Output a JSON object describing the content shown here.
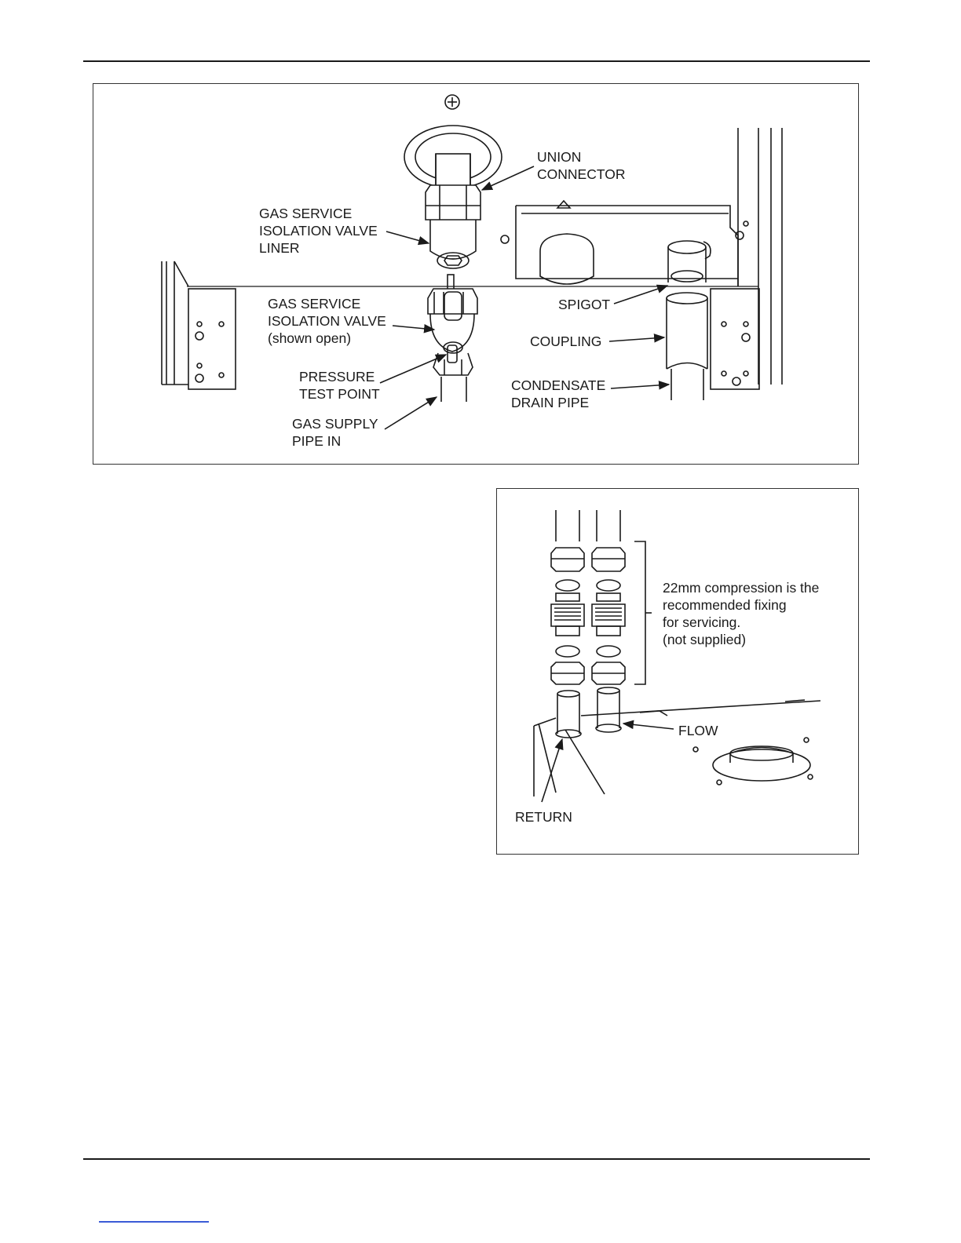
{
  "figure1": {
    "labels": {
      "union_connector": [
        "UNION",
        "CONNECTOR"
      ],
      "valve_liner": [
        "GAS SERVICE",
        "ISOLATION VALVE",
        "LINER"
      ],
      "valve": [
        "GAS SERVICE",
        "ISOLATION VALVE",
        "(shown open)"
      ],
      "pressure_test_point": [
        "PRESSURE",
        "TEST POINT"
      ],
      "gas_supply": [
        "GAS SUPPLY",
        "PIPE IN"
      ],
      "spigot": "SPIGOT",
      "coupling": "COUPLING",
      "condensate_drain": [
        "CONDENSATE",
        "DRAIN PIPE"
      ]
    }
  },
  "figure2": {
    "note": [
      "22mm compression is the",
      "recommended fixing",
      "for servicing.",
      "(not supplied)"
    ],
    "labels": {
      "flow": "FLOW",
      "return": "RETURN"
    }
  }
}
